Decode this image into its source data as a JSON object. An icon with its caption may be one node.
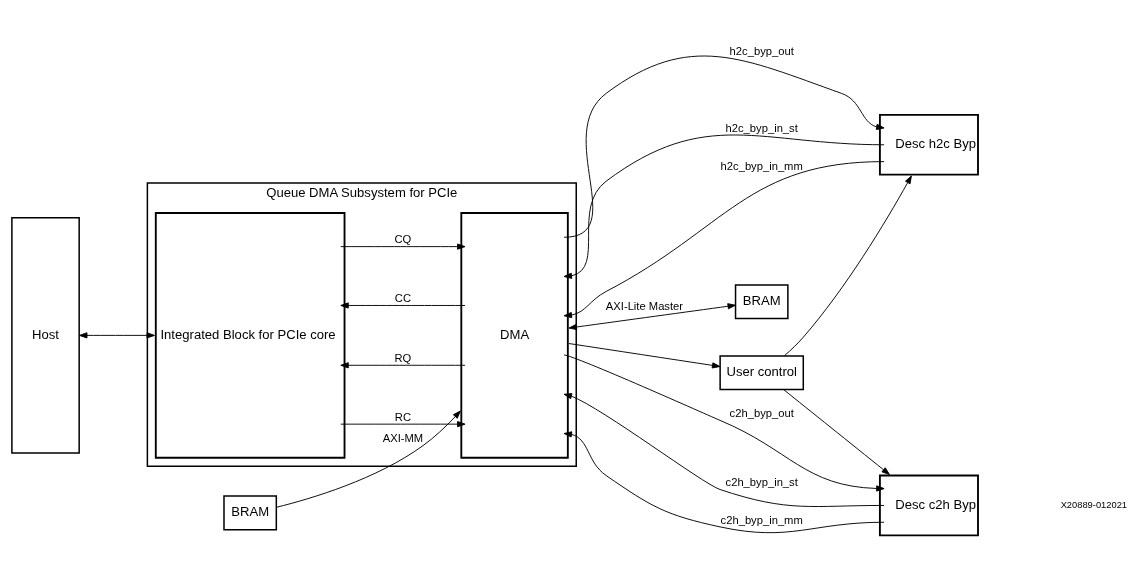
{
  "diagram": {
    "nodes": [
      {
        "text": [
          "Host"
        ]
      },
      {
        "text": [
          "Queue DMA Subsystem for PCIe"
        ]
      },
      {
        "text": [
          "Integrated Block for PCIe core"
        ],
        "in": 1
      },
      {
        "text": [
          "DMA"
        ],
        "in": 1
      },
      {
        "text": [
          "BRAM"
        ]
      },
      {
        "text": [
          "BRAM"
        ]
      },
      {
        "text": [
          "User control"
        ]
      },
      {
        "text": [
          "Desc h2c Byp"
        ]
      },
      {
        "text": [
          "Desc c2h Byp"
        ]
      }
    ],
    "edges": [
      {
        "from": 0,
        "to": 2,
        "arrow": "both"
      },
      {
        "from": 2,
        "to": 3,
        "arrow": "to",
        "label": "CQ"
      },
      {
        "from": 3,
        "to": 2,
        "arrow": "to",
        "label": "CC"
      },
      {
        "from": 3,
        "to": 2,
        "arrow": "to",
        "label": "RQ"
      },
      {
        "from": 2,
        "to": 3,
        "arrow": "to",
        "label": "RC"
      },
      {
        "from": 4,
        "to": 3,
        "arrow": "to",
        "label": "AXI-MM"
      },
      {
        "from": 3,
        "to": 5,
        "arrow": "both",
        "label": "AXI-Lite Master"
      },
      {
        "from": 3,
        "to": 6,
        "arrow": "to"
      },
      {
        "from": 3,
        "to": 7,
        "arrow": "to",
        "label": "h2c_byp_out"
      },
      {
        "from": 7,
        "to": 3,
        "arrow": "to",
        "label": "h2c_byp_in_st"
      },
      {
        "from": 7,
        "to": 3,
        "arrow": "to",
        "label": "h2c_byp_in_mm"
      },
      {
        "from": 3,
        "to": 8,
        "arrow": "to",
        "label": "c2h_byp_out"
      },
      {
        "from": 8,
        "to": 3,
        "arrow": "to",
        "label": "c2h_byp_in_st"
      },
      {
        "from": 8,
        "to": 3,
        "arrow": "to",
        "label": "c2h_byp_in_mm"
      },
      {
        "from": 6,
        "to": 7,
        "arrow": "to"
      },
      {
        "from": 6,
        "to": 8,
        "arrow": "to"
      }
    ],
    "labels": [
      "X20889-012021"
    ]
  }
}
